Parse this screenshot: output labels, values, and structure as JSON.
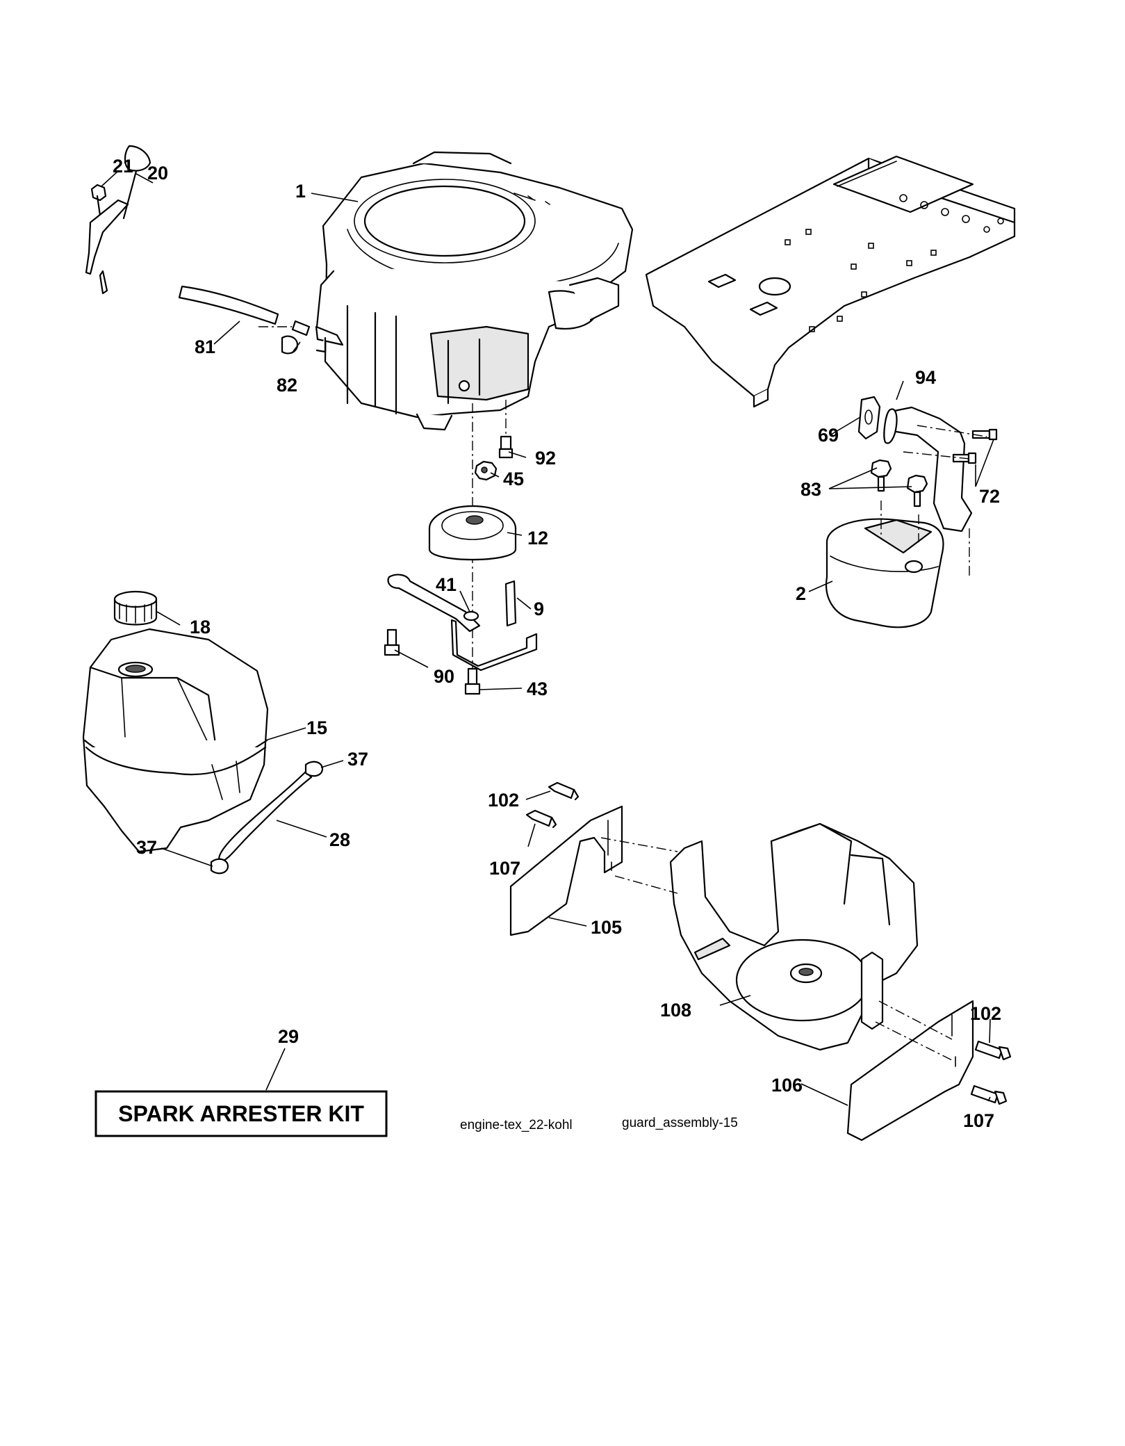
{
  "callouts": {
    "c1": "1",
    "c2": "2",
    "c9": "9",
    "c12": "12",
    "c15": "15",
    "c18": "18",
    "c20": "20",
    "c21": "21",
    "c28": "28",
    "c29": "29",
    "c37a": "37",
    "c37b": "37",
    "c41": "41",
    "c43": "43",
    "c45": "45",
    "c69": "69",
    "c72": "72",
    "c81": "81",
    "c82": "82",
    "c83": "83",
    "c90": "90",
    "c92": "92",
    "c94": "94",
    "c102a": "102",
    "c102b": "102",
    "c105": "105",
    "c106": "106",
    "c107a": "107",
    "c107b": "107",
    "c108": "108"
  },
  "kit_label": "SPARK ARRESTER KIT",
  "captions": {
    "engine": "engine-tex_22-kohl",
    "guard": "guard_assembly-15"
  }
}
